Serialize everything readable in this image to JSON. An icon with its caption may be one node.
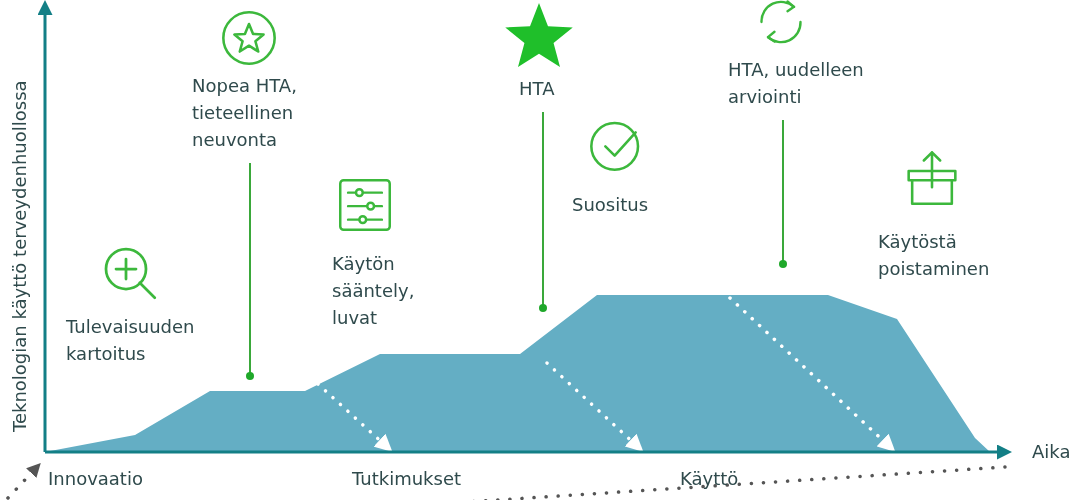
{
  "diagram": {
    "nodes": [
      {
        "text": [
          "Tulevaisuuden kartoitus"
        ]
      },
      {
        "text": [
          "Nopea HTA, tieteellinen neuvonta"
        ]
      },
      {
        "text": [
          "Käytön sääntely, luvat"
        ]
      },
      {
        "text": [
          "HTA"
        ]
      },
      {
        "text": [
          "Suositus"
        ]
      },
      {
        "text": [
          "HTA, uudelleen arviointi"
        ]
      },
      {
        "text": [
          "Käytöstä poistaminen"
        ]
      }
    ],
    "edges": [
      {
        "from": 1,
        "to": null,
        "arrow": "other"
      },
      {
        "from": 3,
        "to": null,
        "arrow": "other"
      },
      {
        "from": 5,
        "to": null,
        "arrow": "other"
      }
    ],
    "labels": [
      "Teknologian käyttö terveydenhuollossa",
      "Aika",
      "Innovaatio",
      "Tutkimukset",
      "Käyttö"
    ]
  }
}
